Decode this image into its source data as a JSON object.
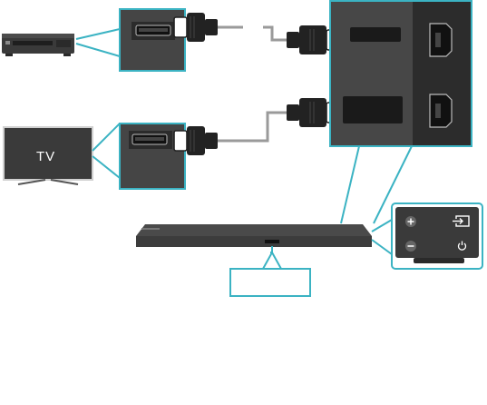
{
  "diagram": {
    "tv_label": "TV",
    "devices": [
      {
        "name": "external-device",
        "icon": "bluray-player-icon"
      },
      {
        "name": "tv",
        "icon": "tv-icon"
      }
    ],
    "soundbar": {
      "buttons": [
        "plus-icon",
        "minus-icon",
        "input-source-icon",
        "power-icon"
      ]
    },
    "colors": {
      "callout_line": "#3bb3c3",
      "device_body": "#3a3a3a",
      "panel_dark": "#2c2c2c",
      "panel_mid": "#4a4a4a",
      "cable": "#9a9a9a"
    }
  }
}
